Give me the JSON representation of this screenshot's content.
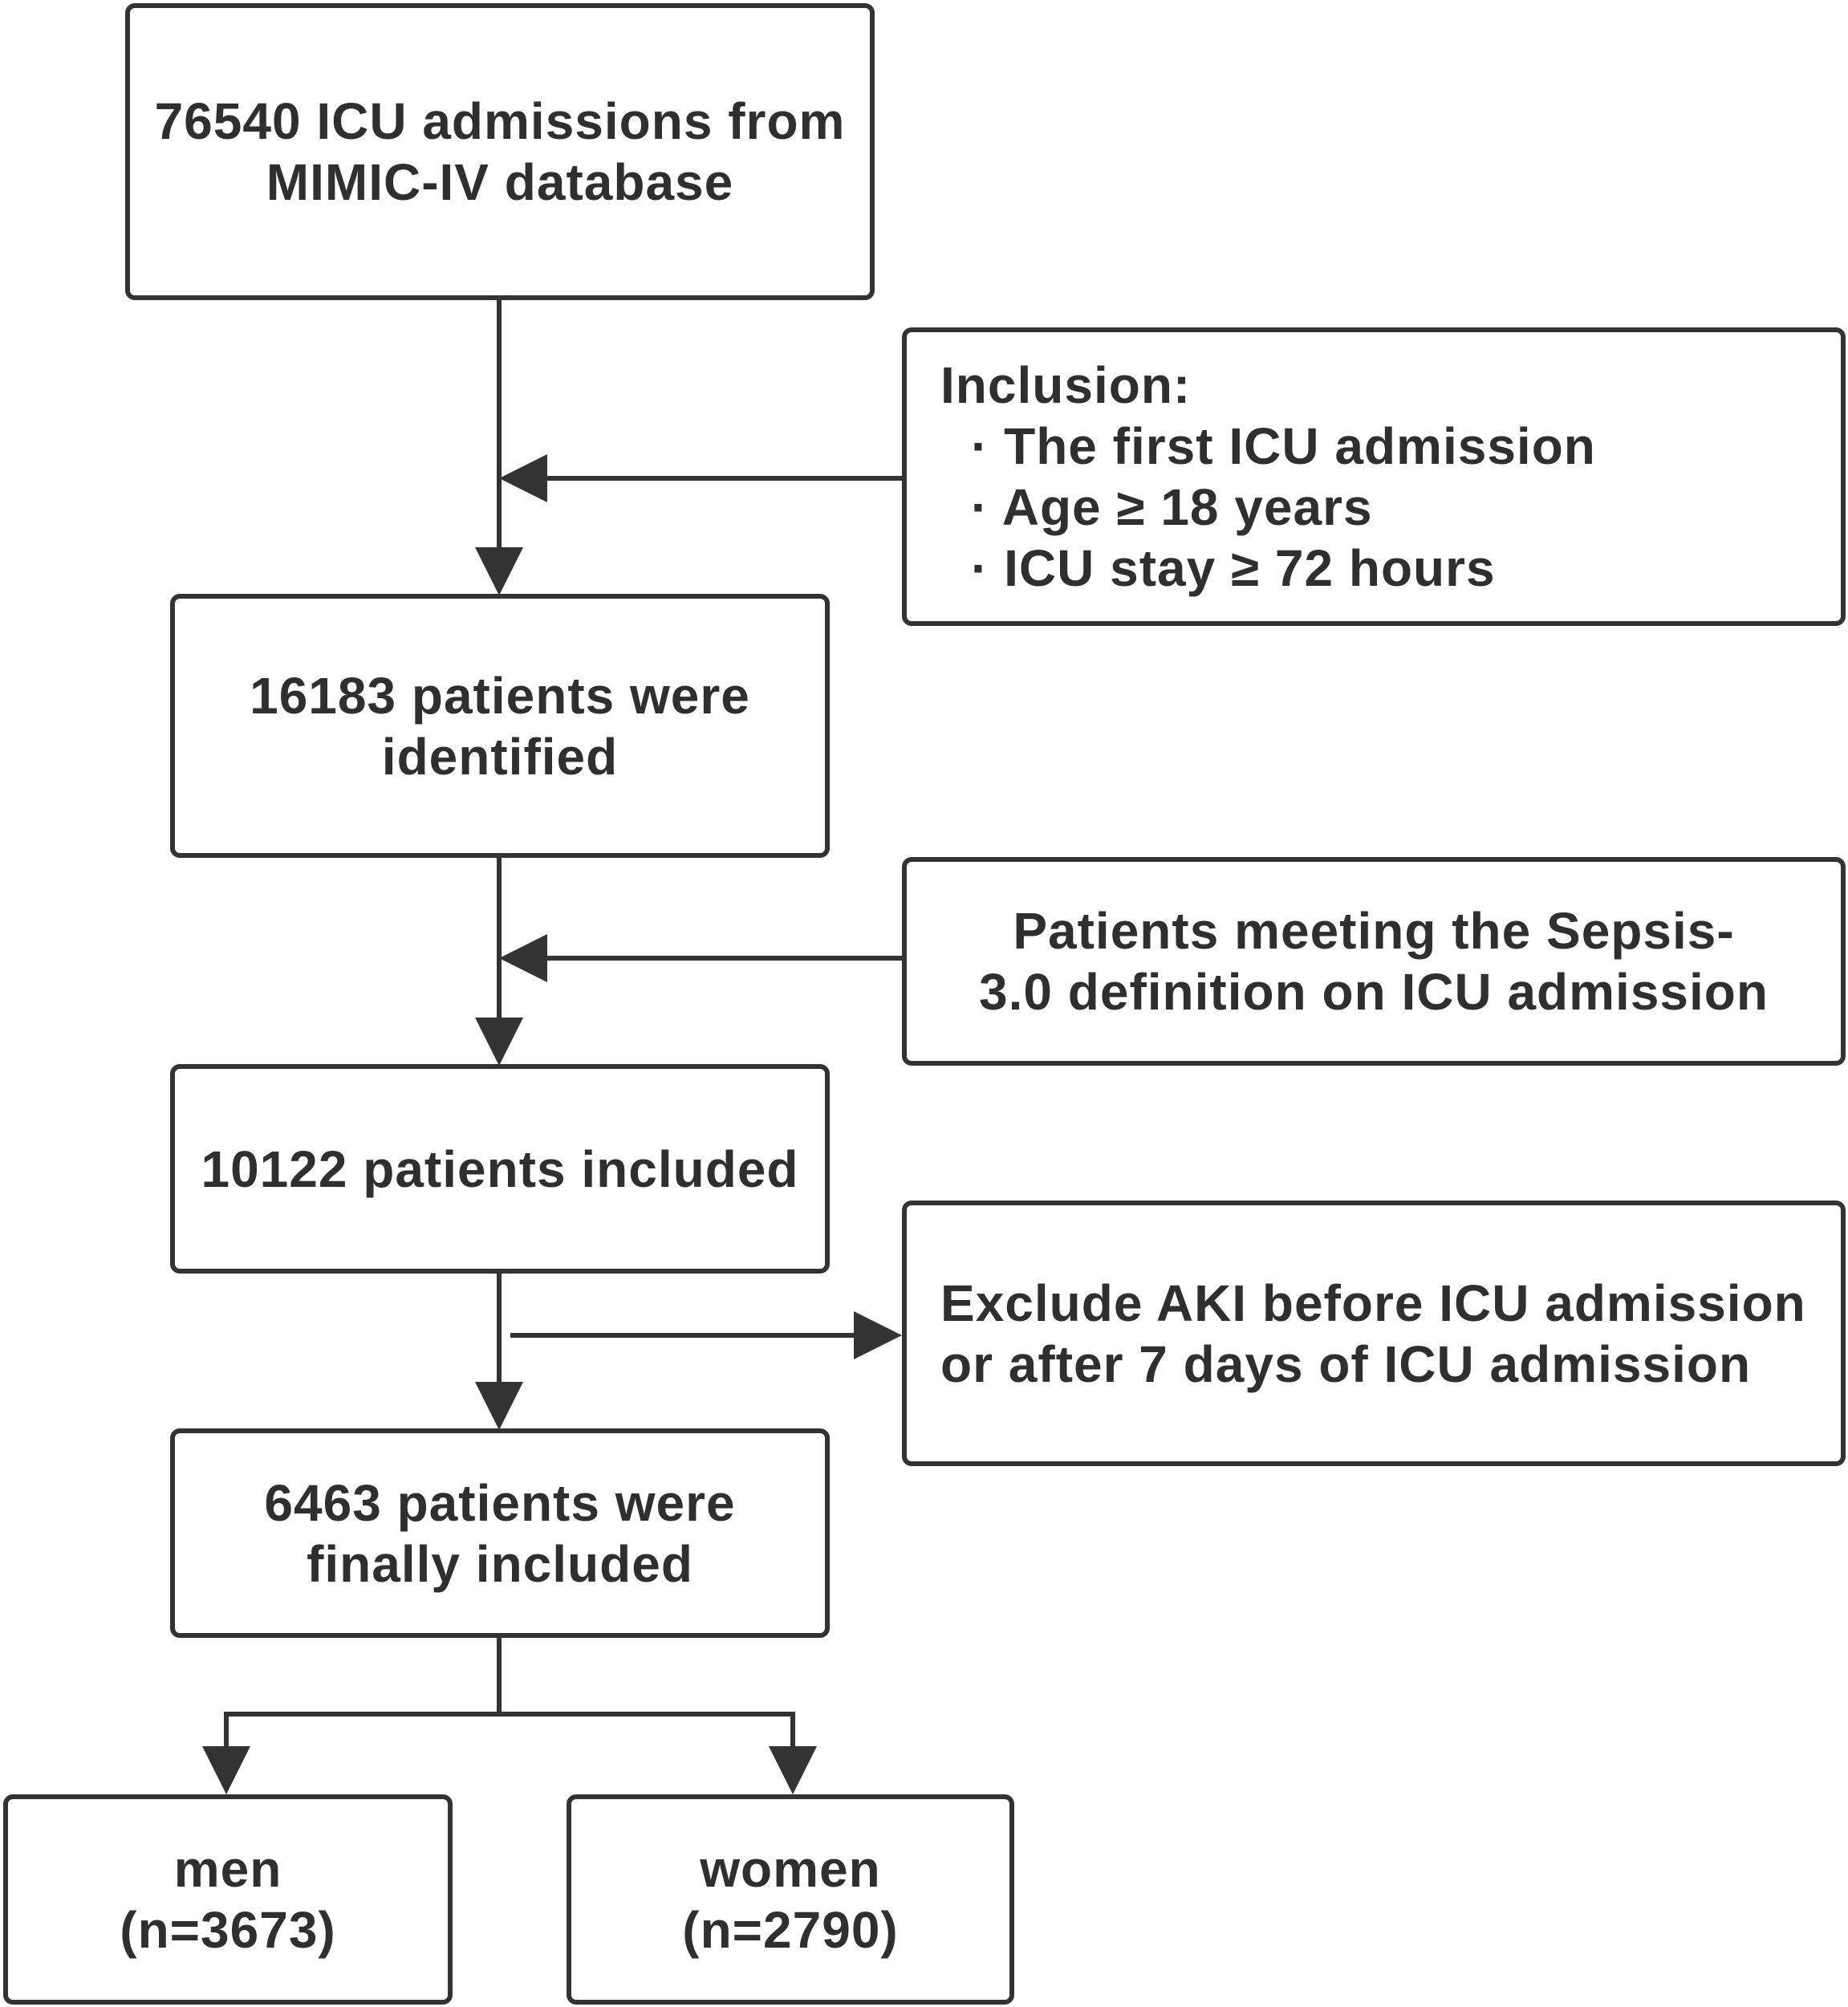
{
  "boxes": {
    "source": {
      "line1": "76540 ICU admissions from",
      "line2": "MIMIC-IV  database"
    },
    "inclusion": {
      "heading": "Inclusion:",
      "criteria": [
        "· The first ICU admission",
        "· Age ≥ 18 years",
        "· ICU stay ≥ 72 hours"
      ]
    },
    "identified": {
      "line1": "16183  patients were",
      "line2": "identified"
    },
    "sepsis": {
      "line1": "Patients meeting the Sepsis-",
      "line2": "3.0 definition on ICU admission"
    },
    "included": {
      "line1": "10122 patients included"
    },
    "exclusion": {
      "line1": "Exclude AKI before ICU admission",
      "line2": "or after 7 days of ICU admission"
    },
    "final": {
      "line1": "6463 patients were",
      "line2": "finally included"
    },
    "men": {
      "line1": "men",
      "line2": "(n=3673)"
    },
    "women": {
      "line1": "women",
      "line2": "(n=2790)"
    }
  }
}
